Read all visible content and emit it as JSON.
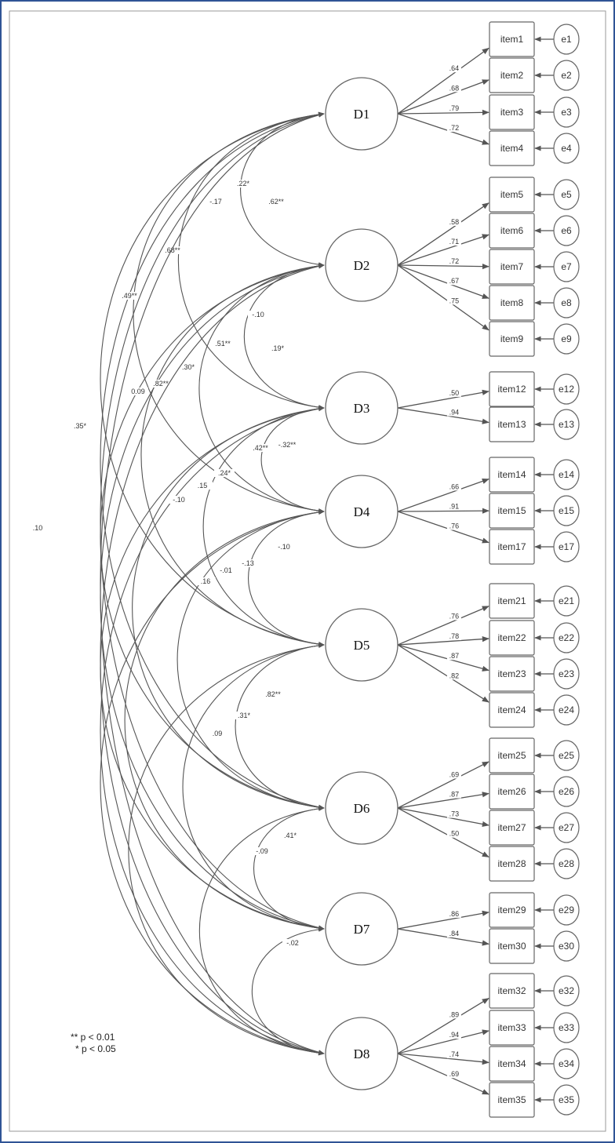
{
  "factors": [
    {
      "id": "D1",
      "label": "D1"
    },
    {
      "id": "D2",
      "label": "D2"
    },
    {
      "id": "D3",
      "label": "D3"
    },
    {
      "id": "D4",
      "label": "D4"
    },
    {
      "id": "D5",
      "label": "D5"
    },
    {
      "id": "D6",
      "label": "D6"
    },
    {
      "id": "D7",
      "label": "D7"
    },
    {
      "id": "D8",
      "label": "D8"
    }
  ],
  "items": [
    {
      "factor": "D1",
      "item": "item1",
      "error": "e1",
      "loading": ".64"
    },
    {
      "factor": "D1",
      "item": "item2",
      "error": "e2",
      "loading": ".68"
    },
    {
      "factor": "D1",
      "item": "item3",
      "error": "e3",
      "loading": ".79"
    },
    {
      "factor": "D1",
      "item": "item4",
      "error": "e4",
      "loading": ".72"
    },
    {
      "factor": "D2",
      "item": "item5",
      "error": "e5",
      "loading": ".58"
    },
    {
      "factor": "D2",
      "item": "item6",
      "error": "e6",
      "loading": ".71"
    },
    {
      "factor": "D2",
      "item": "item7",
      "error": "e7",
      "loading": ".72"
    },
    {
      "factor": "D2",
      "item": "item8",
      "error": "e8",
      "loading": ".67"
    },
    {
      "factor": "D2",
      "item": "item9",
      "error": "e9",
      "loading": ".75"
    },
    {
      "factor": "D3",
      "item": "item12",
      "error": "e12",
      "loading": ".50"
    },
    {
      "factor": "D3",
      "item": "item13",
      "error": "e13",
      "loading": ".94"
    },
    {
      "factor": "D4",
      "item": "item14",
      "error": "e14",
      "loading": ".66"
    },
    {
      "factor": "D4",
      "item": "item15",
      "error": "e15",
      "loading": ".91"
    },
    {
      "factor": "D4",
      "item": "item17",
      "error": "e17",
      "loading": ".76"
    },
    {
      "factor": "D5",
      "item": "item21",
      "error": "e21",
      "loading": ".76"
    },
    {
      "factor": "D5",
      "item": "item22",
      "error": "e22",
      "loading": ".78"
    },
    {
      "factor": "D5",
      "item": "item23",
      "error": "e23",
      "loading": ".87"
    },
    {
      "factor": "D5",
      "item": "item24",
      "error": "e24",
      "loading": ".82"
    },
    {
      "factor": "D6",
      "item": "item25",
      "error": "e25",
      "loading": ".69"
    },
    {
      "factor": "D6",
      "item": "item26",
      "error": "e26",
      "loading": ".87"
    },
    {
      "factor": "D6",
      "item": "item27",
      "error": "e27",
      "loading": ".73"
    },
    {
      "factor": "D6",
      "item": "item28",
      "error": "e28",
      "loading": ".50"
    },
    {
      "factor": "D7",
      "item": "item29",
      "error": "e29",
      "loading": ".86"
    },
    {
      "factor": "D7",
      "item": "item30",
      "error": "e30",
      "loading": ".84"
    },
    {
      "factor": "D8",
      "item": "item32",
      "error": "e32",
      "loading": ".89"
    },
    {
      "factor": "D8",
      "item": "item33",
      "error": "e33",
      "loading": ".94"
    },
    {
      "factor": "D8",
      "item": "item34",
      "error": "e34",
      "loading": ".74"
    },
    {
      "factor": "D8",
      "item": "item35",
      "error": "e35",
      "loading": ".69"
    }
  ],
  "correlations": [
    {
      "from": "D1",
      "to": "D2",
      "label": ".62**"
    },
    {
      "from": "D1",
      "to": "D3",
      "label": ".22*"
    },
    {
      "from": "D1",
      "to": "D4",
      "label": "-.17"
    },
    {
      "from": "D1",
      "to": "D5",
      "label": ".68**"
    },
    {
      "from": "D1",
      "to": "D6",
      "label": ".49**"
    },
    {
      "from": "D1",
      "to": "D7",
      "label": ".35*"
    },
    {
      "from": "D1",
      "to": "D8",
      "label": ".10"
    },
    {
      "from": "D2",
      "to": "D3",
      "label": ".19*"
    },
    {
      "from": "D2",
      "to": "D4",
      "label": "-.10"
    },
    {
      "from": "D2",
      "to": "D5",
      "label": ".51**"
    },
    {
      "from": "D2",
      "to": "D6",
      "label": ".30*"
    },
    {
      "from": "D2",
      "to": "D7",
      "label": ".82**"
    },
    {
      "from": "D2",
      "to": "D8",
      "label": "0.09"
    },
    {
      "from": "D3",
      "to": "D4",
      "label": "-.32**"
    },
    {
      "from": "D3",
      "to": "D5",
      "label": ".42**"
    },
    {
      "from": "D3",
      "to": "D6",
      "label": ".24*"
    },
    {
      "from": "D3",
      "to": "D7",
      "label": ".15"
    },
    {
      "from": "D3",
      "to": "D8",
      "label": "-.10"
    },
    {
      "from": "D4",
      "to": "D5",
      "label": "-.10"
    },
    {
      "from": "D4",
      "to": "D6",
      "label": "-.13"
    },
    {
      "from": "D4",
      "to": "D7",
      "label": "-.01"
    },
    {
      "from": "D4",
      "to": "D8",
      "label": ".16"
    },
    {
      "from": "D5",
      "to": "D6",
      "label": ".82**"
    },
    {
      "from": "D5",
      "to": "D7",
      "label": ".31*"
    },
    {
      "from": "D5",
      "to": "D8",
      "label": ".09"
    },
    {
      "from": "D6",
      "to": "D7",
      "label": ".41*"
    },
    {
      "from": "D6",
      "to": "D8",
      "label": "-.09"
    },
    {
      "from": "D7",
      "to": "D8",
      "label": "-.02"
    }
  ],
  "legend": {
    "line1": "** p < 0.01",
    "line2": "* p < 0.05"
  },
  "colors": {
    "border": "#2f5496",
    "line": "#555555",
    "shape": "#666666"
  }
}
